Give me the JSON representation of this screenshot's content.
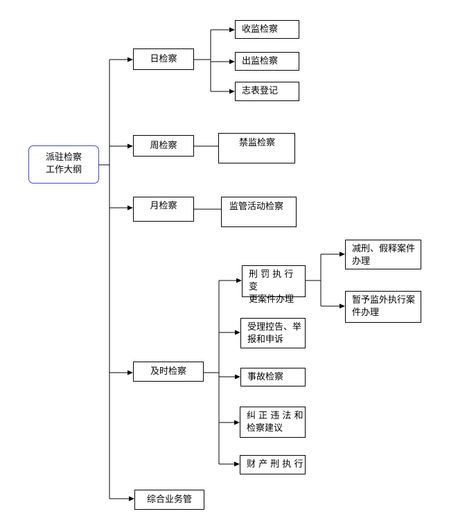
{
  "root": {
    "line1": "派驻检察",
    "line2": "工作大纲"
  },
  "level1": {
    "daily": "日检察",
    "weekly": "周检察",
    "monthly": "月检察",
    "timely": "及时检察",
    "general": "综合业务管"
  },
  "daily_children": [
    "收监检察",
    "出监检察",
    "志表登记"
  ],
  "weekly_child": "禁监检察",
  "monthly_child": "监管活动检察",
  "timely_children": {
    "penalty": {
      "line1": "刑 罚 执 行 变",
      "line2": "更案件办理"
    },
    "complaint": {
      "line1": "受理控告、举",
      "line2": "报和申诉"
    },
    "accident": "事故检察",
    "correction": {
      "line1": "纠 正 违 法 和",
      "line2": "检察建议"
    },
    "property": "财 产 刑 执 行"
  },
  "penalty_children": {
    "reduction": {
      "line1": "减刑、假释案件",
      "line2": "办理"
    },
    "temporary": {
      "line1": "暂予监外执行案",
      "line2": "件办理"
    }
  }
}
